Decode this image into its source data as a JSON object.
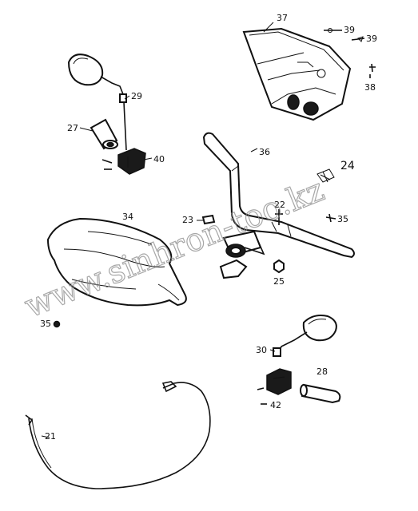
{
  "callouts": {
    "c21": "21",
    "c22": "22",
    "c23": "23",
    "c24": "24",
    "c25": "25",
    "c27": "27",
    "c28": "28",
    "c29": "29",
    "c30": "30",
    "c34": "34",
    "c35a": "35",
    "c35b": "35",
    "c36": "36",
    "c37": "37",
    "c38": "38",
    "c39a": "39",
    "c39b": "39",
    "c40": "40",
    "c42": "42"
  },
  "watermark": "www.sinhron-too.kz"
}
